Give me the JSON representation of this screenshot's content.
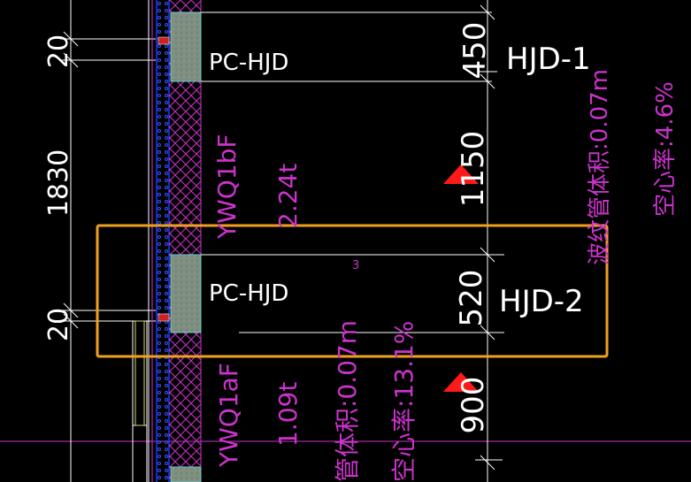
{
  "colors": {
    "background": "#000000",
    "line_white": "#ffffff",
    "hatch_magenta": "#cc33cc",
    "panel_gray": "#7f8f7f",
    "panel_teal": "#66cccc",
    "highlight_orange": "#f0a020",
    "marker_red": "#ff1a1a",
    "brick_red": "#cc2222",
    "wall_blue": "#1a3aff"
  },
  "dimensions": {
    "dim_top": "20",
    "dim_middle": "1830",
    "dim_bottom": "20"
  },
  "labels": {
    "panel_1": "PC-HJD",
    "panel_2": "PC-HJD",
    "right_1": "HJD-1",
    "right_2": "HJD-2",
    "elev_450": "450",
    "elev_1150": "1150",
    "elev_520": "520",
    "elev_900": "900",
    "small_3": "3"
  },
  "annotations_magenta": {
    "ywq1bf": "YWQ1bF",
    "weight_1": "2.24t",
    "ywq1af": "YWQ1aF",
    "weight_2": "1.09t",
    "volume_1": "管体积:0.07m",
    "void_1": "空心率:13.1%",
    "volume_2": "波纹管体积:0.07m",
    "void_2": "空心率:4.6%"
  }
}
